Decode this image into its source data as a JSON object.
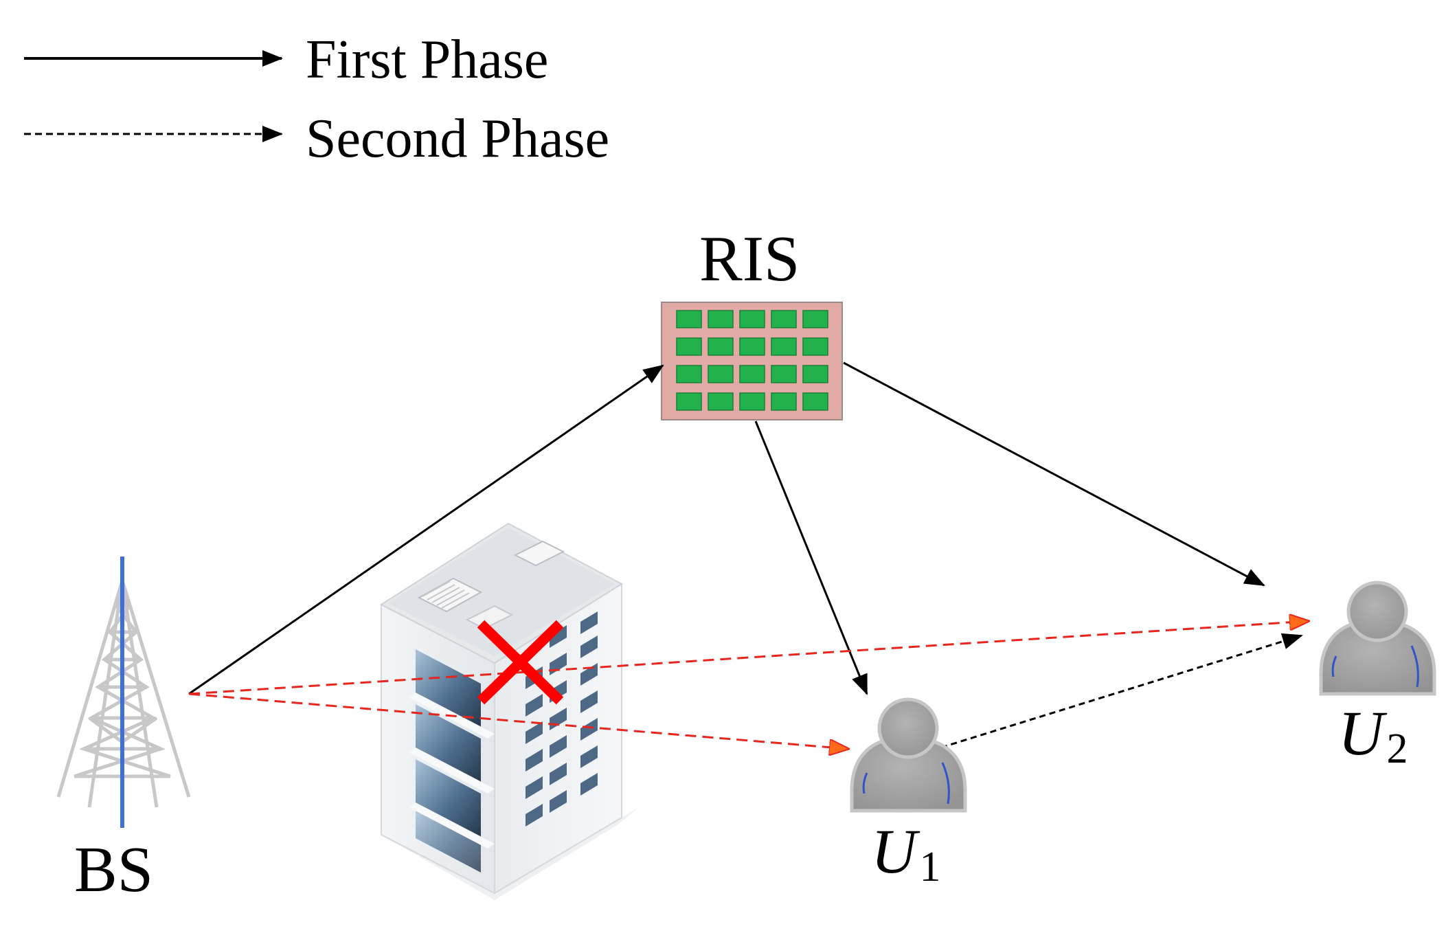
{
  "legend": {
    "first_phase": "First Phase",
    "second_phase": "Second Phase"
  },
  "nodes": {
    "bs": "BS",
    "ris": "RIS",
    "u1": {
      "letter": "U",
      "sub": "1"
    },
    "u2": {
      "letter": "U",
      "sub": "2"
    }
  },
  "colors": {
    "first_phase_link": "#000000",
    "second_phase_link": "#000000",
    "direct_link": "#e8261e",
    "blocked_mark": "#ff0000",
    "ris_panel": "#e2aaa4",
    "ris_element": "#22b24c",
    "user": "#a6a6a6",
    "tower": "#c8c8c8",
    "tower_mast": "#3f6fd8"
  },
  "icons": [
    "base-station-tower-icon",
    "building-icon",
    "ris-panel-icon",
    "user-icon",
    "blocked-x-icon"
  ]
}
